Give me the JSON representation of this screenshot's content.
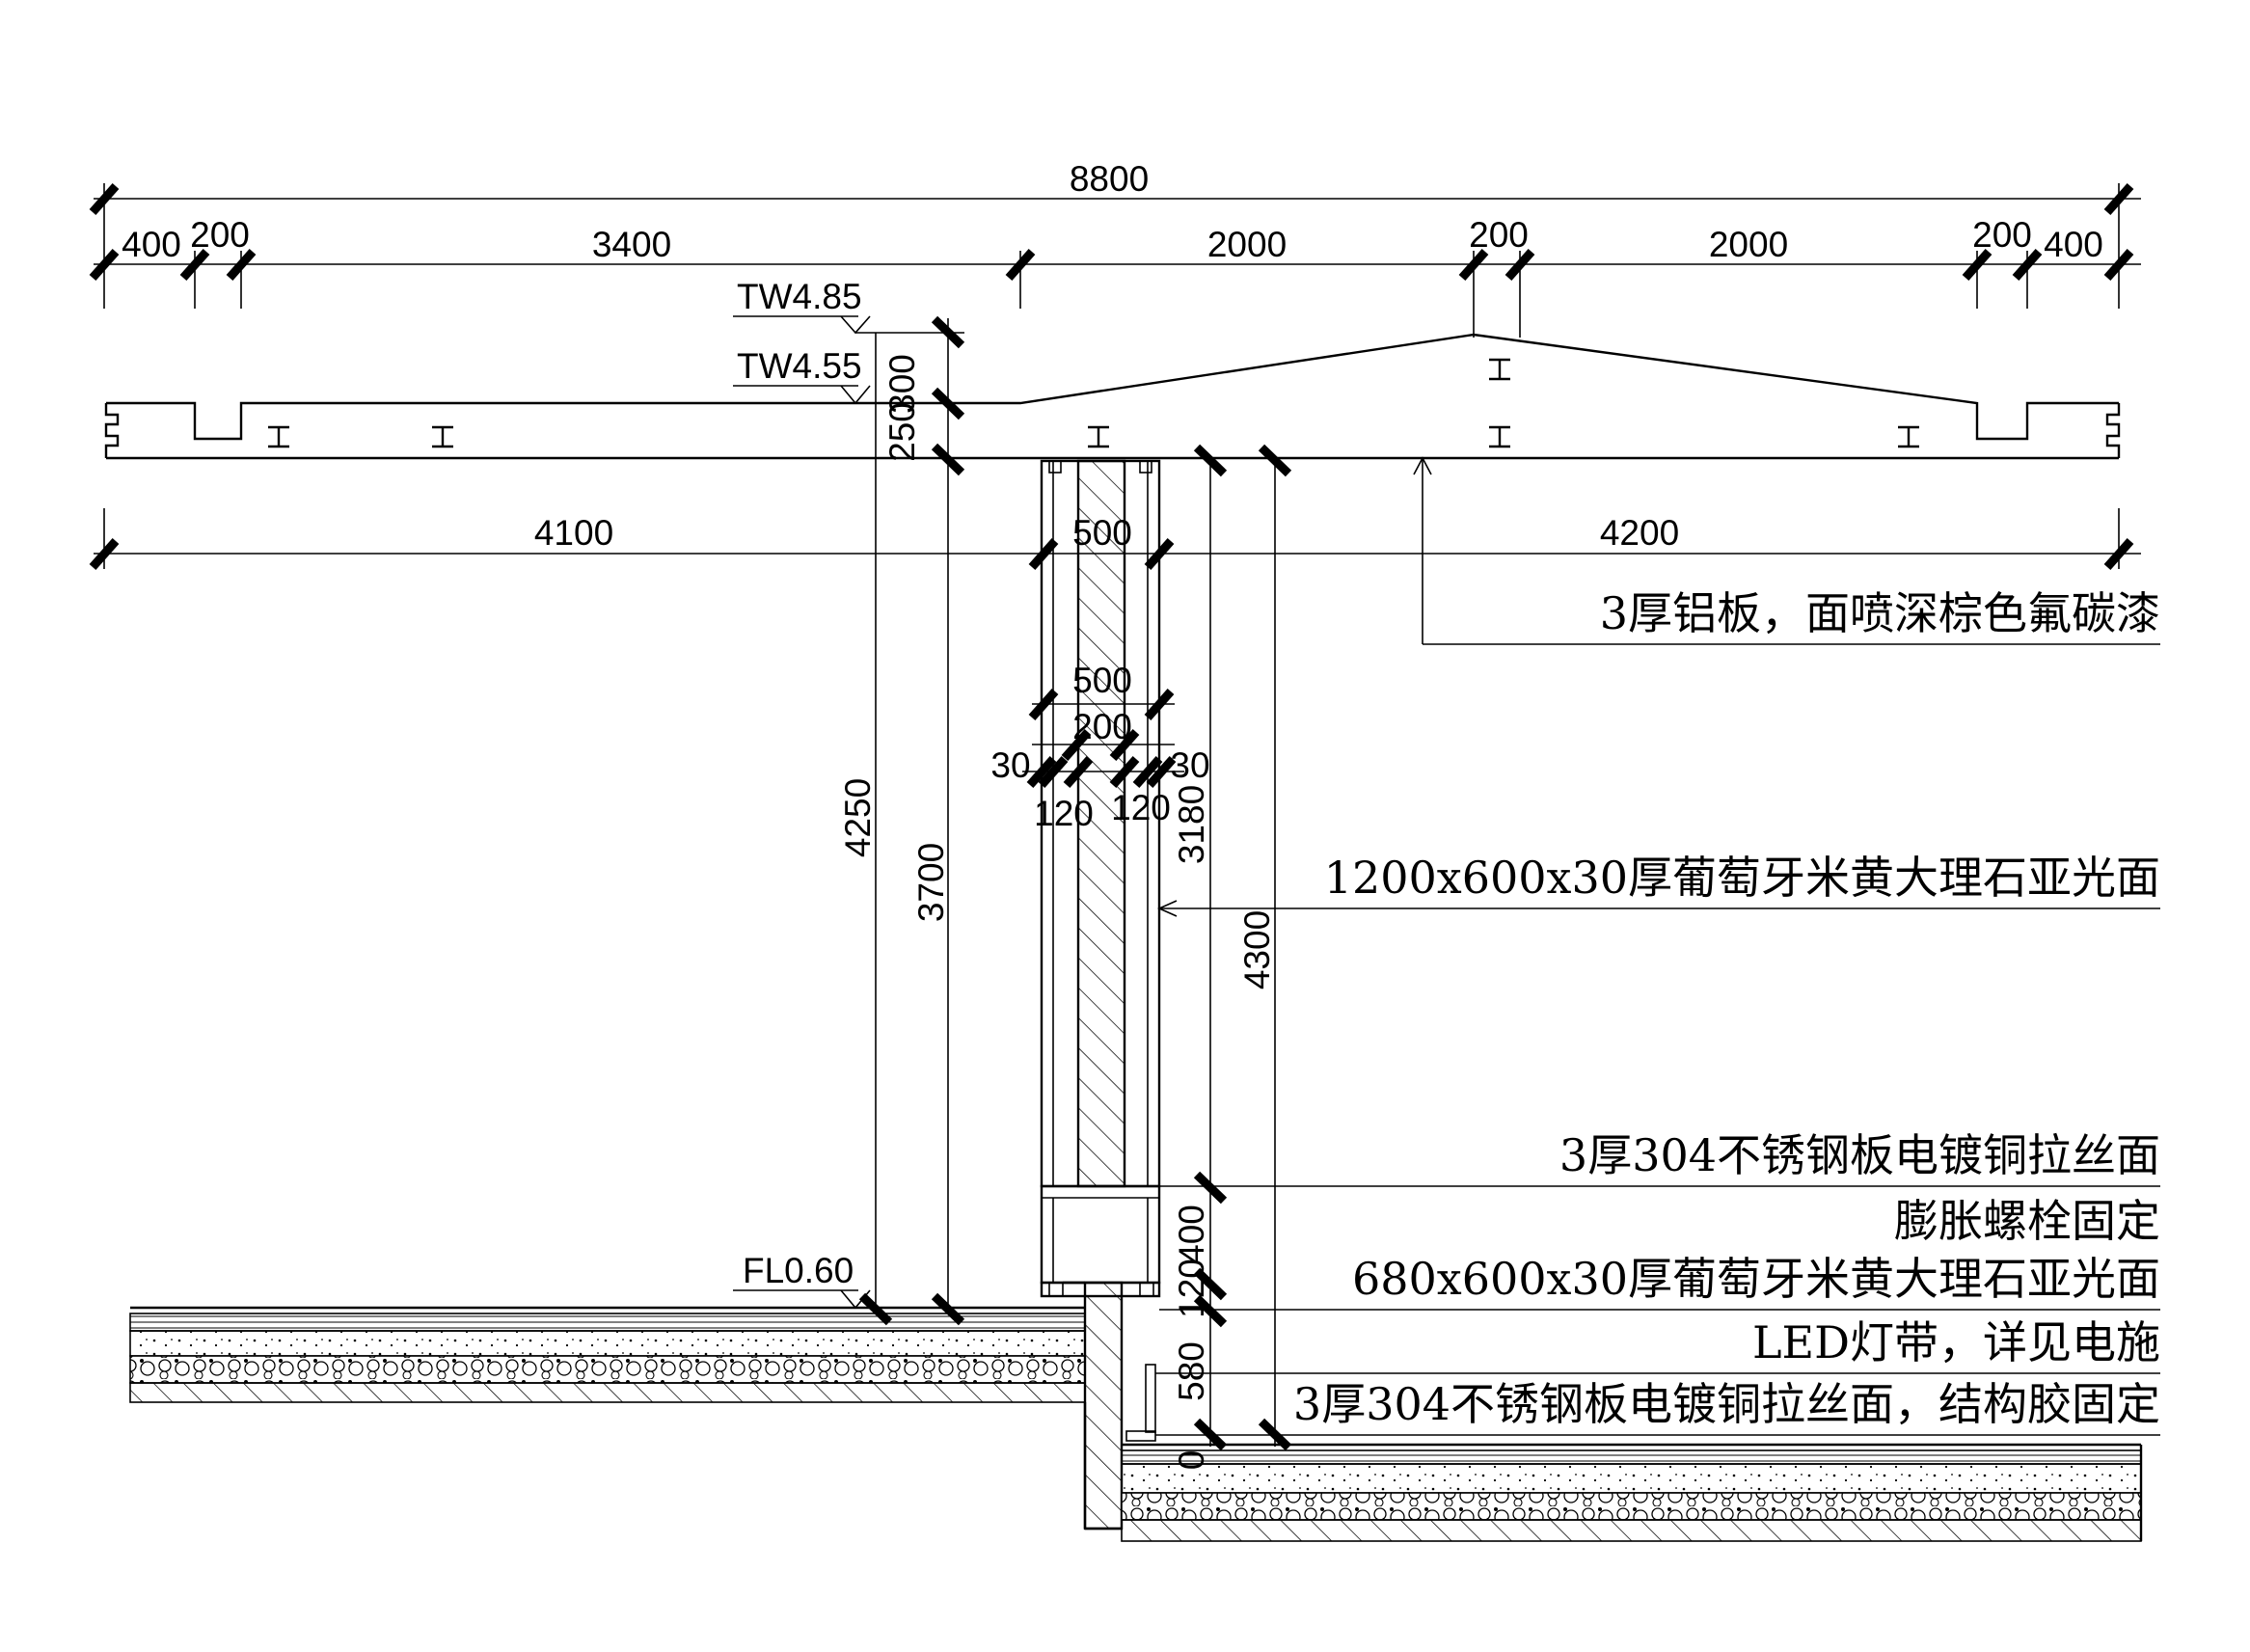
{
  "dimensions": {
    "total": "8800",
    "top_segments": [
      "400",
      "200",
      "3400",
      "2000",
      "200",
      "2000",
      "200",
      "400"
    ],
    "lower_segments": [
      "4100",
      "4200"
    ],
    "column_width_1": "500",
    "column_width_2": "500",
    "column_core": "200",
    "offsets_left": [
      "30",
      "120"
    ],
    "offsets_right": [
      "120",
      "30"
    ],
    "roof_thickness": [
      "300",
      "250"
    ],
    "heights": [
      "4250",
      "3700",
      "3180",
      "4300"
    ],
    "base_stack": [
      "400",
      "120",
      "580",
      "0"
    ]
  },
  "levels": {
    "roof_top": "TW4.85",
    "roof_edge": "TW4.55",
    "floor": "FL0.60"
  },
  "notes": [
    "3厚铝板，面喷深棕色氟碳漆",
    "1200x600x30厚葡萄牙米黄大理石亚光面",
    "3厚304不锈钢板电镀铜拉丝面",
    "膨胀螺栓固定",
    "680x600x30厚葡萄牙米黄大理石亚光面",
    "LED灯带，详见电施",
    "3厚304不锈钢板电镀铜拉丝面，结构胶固定"
  ]
}
